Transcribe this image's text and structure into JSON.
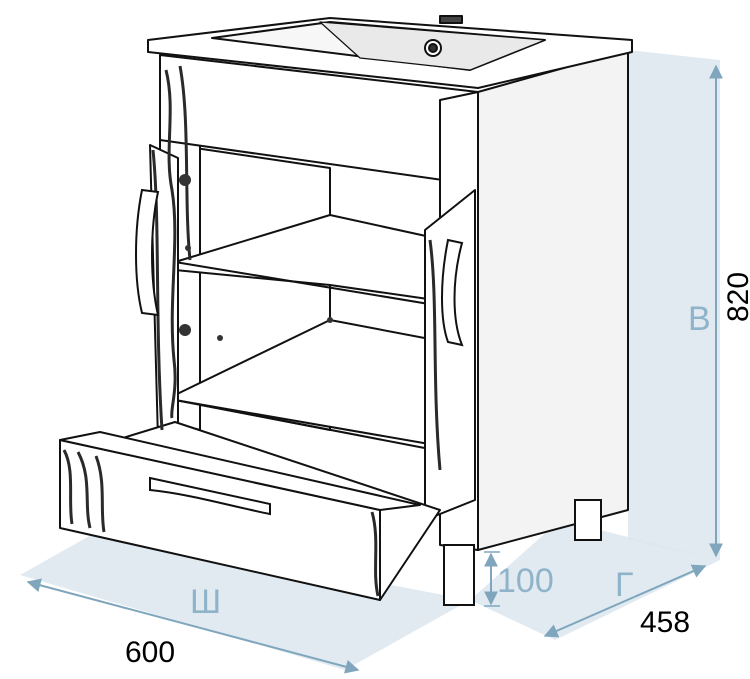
{
  "diagram": {
    "subject": "vanity cabinet with washbasin, open doors and drawer",
    "colors": {
      "dimension_band": "#dce6ee",
      "dimension_arrow": "#a9c3d3",
      "dimension_letter": "#8fb4c9",
      "outline": "#111111",
      "wood_grain": "#2a2a2a",
      "interior": "#ffffff"
    },
    "dimensions": {
      "height": {
        "letter": "В",
        "value": "820"
      },
      "width": {
        "letter": "Ш",
        "value": "600"
      },
      "depth": {
        "letter": "Г",
        "value": "458"
      },
      "leg_height": {
        "value": "100"
      }
    }
  }
}
